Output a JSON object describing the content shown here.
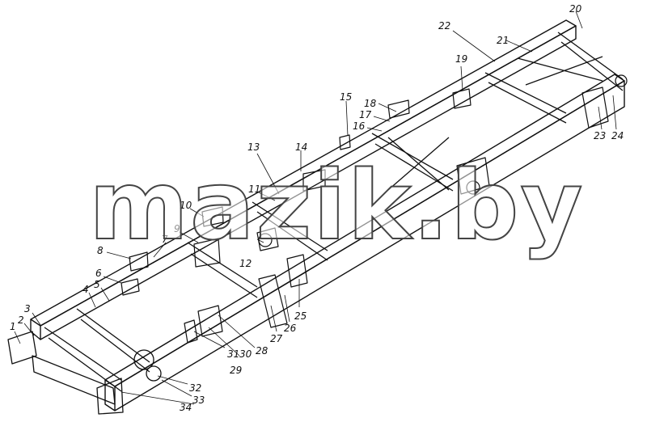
{
  "watermark": "mazik.by",
  "callouts": [
    "1",
    "2",
    "3",
    "4",
    "5",
    "6",
    "7",
    "8",
    "9",
    "10",
    "11",
    "12",
    "13",
    "14",
    "15",
    "16",
    "17",
    "18",
    "19",
    "20",
    "21",
    "22",
    "23",
    "24",
    "25",
    "26",
    "27",
    "28",
    "29",
    "30",
    "31",
    "32",
    "33",
    "34"
  ],
  "colors": {
    "ink": "#111111",
    "paper": "#ffffff"
  }
}
